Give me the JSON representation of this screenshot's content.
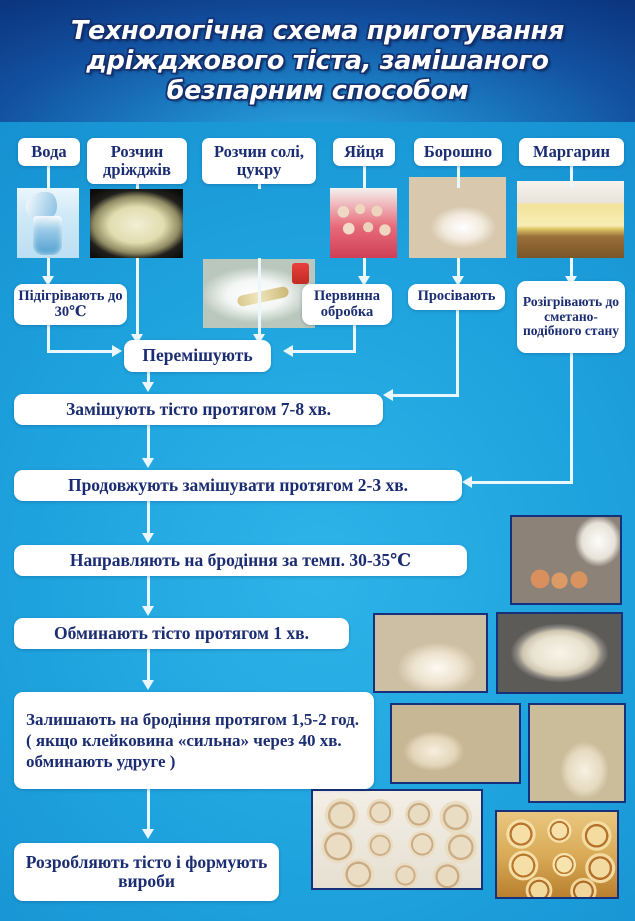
{
  "header": {
    "title": "Технологічна схема приготування дріжджового тіста, замішаного безпарним способом"
  },
  "ingredients": [
    {
      "label": "Вода",
      "photo": "water-pouring-into-glass-photo"
    },
    {
      "label": "Розчин дріжджів",
      "photo": "yeast-solution-in-bowl-photo"
    },
    {
      "label": "Розчин солі, цукру",
      "photo": "salt-sugar-solution-with-spoon-photo"
    },
    {
      "label": "Яйця",
      "photo": "eggs-in-tray-photo"
    },
    {
      "label": "Борошно",
      "photo": "flour-with-wheat-ears-photo"
    },
    {
      "label": "Маргарин",
      "photo": "margarine-sliced-on-board-photo"
    }
  ],
  "preprocess": [
    {
      "label": "Підігрівають до 30℃"
    },
    {
      "label": "Первинна обробка"
    },
    {
      "label": "Просівають"
    },
    {
      "label": "Розігрівають до сметано-подібного стану"
    }
  ],
  "steps": [
    {
      "label": "Перемішують"
    },
    {
      "label": "Замішують тісто протягом 7-8 хв."
    },
    {
      "label": "Продовжують замішувати протягом 2-3 хв."
    },
    {
      "label": "Направляють на бродіння за темп. 30-35℃"
    },
    {
      "label": "Обминають тісто протягом 1 хв."
    },
    {
      "label": "Залишають на бродіння протягом 1,5-2 год. ( якщо клейковина «сильна» через 40 хв. обминають удруге )"
    },
    {
      "label": "Розробляють тісто і формують вироби"
    }
  ],
  "gallery": [
    {
      "photo": "butter-eggs-flour-sugar-ingredients-photo"
    },
    {
      "photo": "kneaded-dough-on-floured-surface-photo"
    },
    {
      "photo": "risen-dough-in-metal-bowl-photo"
    },
    {
      "photo": "dough-balls-with-flour-photo"
    },
    {
      "photo": "dough-balls-with-sifter-photo"
    },
    {
      "photo": "raw-cinnamon-rolls-on-tray-photo"
    },
    {
      "photo": "baked-cinnamon-rolls-photo"
    }
  ],
  "colors": {
    "header_dark": "#0b3278",
    "header_light": "#2ba8e4",
    "background": "#1b9fdc",
    "box_fill": "#ffffff",
    "box_text": "#1b2d72",
    "connector": "#eaf7fe",
    "photo_border": "#17307a"
  }
}
